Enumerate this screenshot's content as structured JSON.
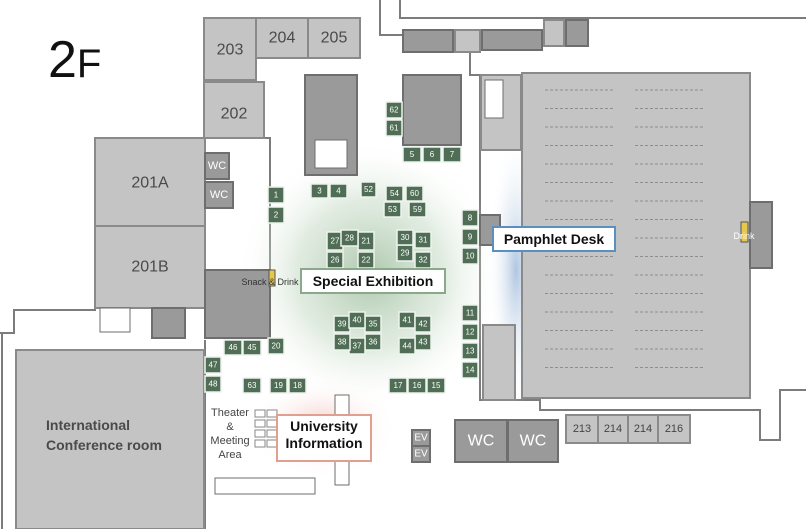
{
  "floor": {
    "number": "2",
    "letter": "F"
  },
  "rooms": {
    "r203": "203",
    "r204": "204",
    "r205": "205",
    "r202": "202",
    "r201a": "201A",
    "r201b": "201B",
    "wc1": "WC",
    "wc2": "WC",
    "wc3": "WC",
    "wc4": "WC",
    "ev1": "EV",
    "ev2": "EV",
    "r213": "213",
    "r214a": "214",
    "r214b": "214",
    "r216": "216",
    "conference_line1": "International",
    "conference_line2": "Conference room",
    "theater_line1": "Theater",
    "theater_line2": "&",
    "theater_line3": "Meeting",
    "theater_line4": "Area",
    "snack": "Snack & Drink",
    "drink": "Drink"
  },
  "labels": {
    "special_exhibition": "Special Exhibition",
    "pamphlet_desk": "Pamphlet Desk",
    "university_line1": "University",
    "university_line2": "Information"
  },
  "colors": {
    "booth": "#4f6e55",
    "room": "#c4c4c4",
    "pamphlet_border": "#5a8fc0",
    "university_border": "#e0a090",
    "exhibition_border": "#8aa88a"
  },
  "booths": [
    {
      "n": "1"
    },
    {
      "n": "2"
    },
    {
      "n": "3"
    },
    {
      "n": "4"
    },
    {
      "n": "5"
    },
    {
      "n": "6"
    },
    {
      "n": "7"
    },
    {
      "n": "8"
    },
    {
      "n": "9"
    },
    {
      "n": "10"
    },
    {
      "n": "11"
    },
    {
      "n": "12"
    },
    {
      "n": "13"
    },
    {
      "n": "14"
    },
    {
      "n": "15"
    },
    {
      "n": "16"
    },
    {
      "n": "17"
    },
    {
      "n": "18"
    },
    {
      "n": "19"
    },
    {
      "n": "20"
    },
    {
      "n": "21"
    },
    {
      "n": "22"
    },
    {
      "n": "26"
    },
    {
      "n": "27"
    },
    {
      "n": "28"
    },
    {
      "n": "29"
    },
    {
      "n": "30"
    },
    {
      "n": "31"
    },
    {
      "n": "32"
    },
    {
      "n": "35"
    },
    {
      "n": "36"
    },
    {
      "n": "37"
    },
    {
      "n": "38"
    },
    {
      "n": "39"
    },
    {
      "n": "40"
    },
    {
      "n": "41"
    },
    {
      "n": "42"
    },
    {
      "n": "43"
    },
    {
      "n": "44"
    },
    {
      "n": "45"
    },
    {
      "n": "46"
    },
    {
      "n": "47"
    },
    {
      "n": "48"
    },
    {
      "n": "52"
    },
    {
      "n": "53"
    },
    {
      "n": "54"
    },
    {
      "n": "59"
    },
    {
      "n": "60"
    },
    {
      "n": "61"
    },
    {
      "n": "62"
    },
    {
      "n": "63"
    }
  ]
}
